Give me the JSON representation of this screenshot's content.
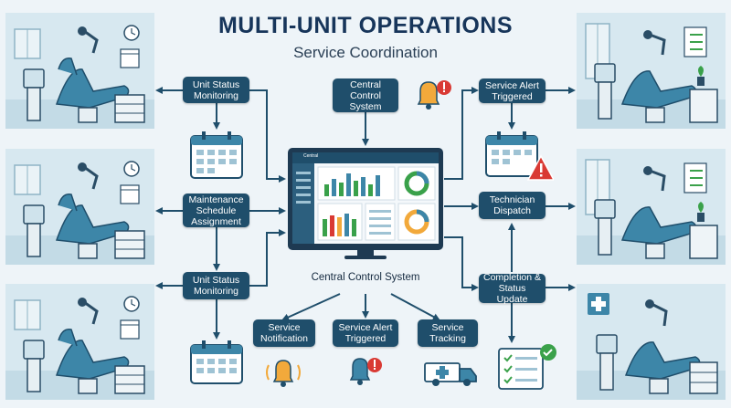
{
  "header": {
    "title": "MULTI-UNIT OPERATIONS",
    "subtitle": "Service Coordination"
  },
  "left_column": {
    "unit_status_top": "Unit Status\nMonitoring",
    "maintenance": "Maintenance\nSchedule\nAssignment",
    "unit_status_bottom": "Unit Status\nMonitoring"
  },
  "center": {
    "central_control_box": "Central\nControl\nSystem",
    "central_control_caption": "Central Control System",
    "monitor_app_label": "Central"
  },
  "right_column": {
    "service_alert": "Service Alert\nTriggered",
    "technician_dispatch": "Technician\nDispatch",
    "completion": "Completion &\nStatus Update"
  },
  "bottom_row": {
    "service_notification": "Service\nNotification",
    "service_alert": "Service Alert\nTriggered",
    "service_tracking": "Service\nTracking"
  },
  "colors": {
    "box": "#1f4e6b",
    "arrow": "#1f4e6b",
    "chair": "#3d86a8",
    "alert_red": "#d93a34",
    "bell_orange": "#f2a93b",
    "check_green": "#3aa14a",
    "panel_bg": "#d7e8f0"
  },
  "icons": {
    "bell_alert": "bell-alert-icon",
    "calendar": "calendar-icon",
    "warning": "warning-triangle-icon",
    "truck": "service-van-icon",
    "checklist": "checklist-icon"
  }
}
